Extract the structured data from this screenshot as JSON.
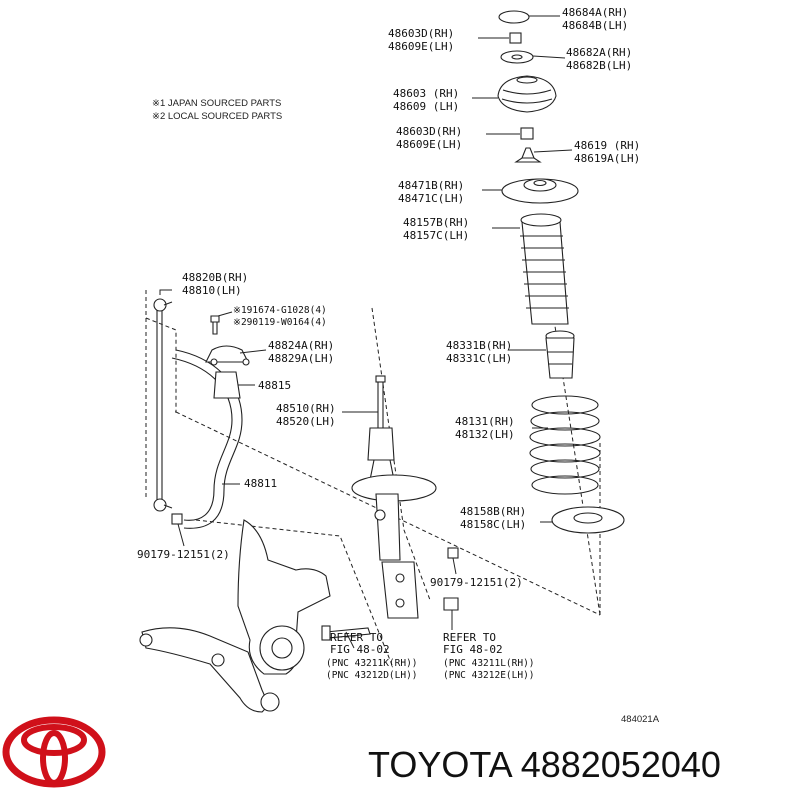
{
  "notes": [
    "※1 JAPAN SOURCED PARTS",
    "※2 LOCAL SOURCED PARTS"
  ],
  "labels": {
    "l48684": [
      "48684A(RH)",
      "48684B(LH)"
    ],
    "l48603d_top": [
      "48603D(RH)",
      "48609E(LH)"
    ],
    "l48682": [
      "48682A(RH)",
      "48682B(LH)"
    ],
    "l48603": [
      "48603 (RH)",
      "48609 (LH)"
    ],
    "l48603d_bot": [
      "48603D(RH)",
      "48609E(LH)"
    ],
    "l48619": [
      "48619 (RH)",
      "48619A(LH)"
    ],
    "l48471": [
      "48471B(RH)",
      "48471C(LH)"
    ],
    "l48157": [
      "48157B(RH)",
      "48157C(LH)"
    ],
    "l48820": [
      "48820B(RH)",
      "48810(LH)"
    ],
    "l91674": [
      "※191674-G1028(4)",
      "※290119-W0164(4)"
    ],
    "l48824": [
      "48824A(RH)",
      "48829A(LH)"
    ],
    "l48815": "48815",
    "l48510": [
      "48510(RH)",
      "48520(LH)"
    ],
    "l48331": [
      "48331B(RH)",
      "48331C(LH)"
    ],
    "l48131": [
      "48131(RH)",
      "48132(LH)"
    ],
    "l48811": "48811",
    "l48158": [
      "48158B(RH)",
      "48158C(LH)"
    ],
    "l90179_left": "90179-12151(2)",
    "l90179_right": "90179-12151(2)",
    "refer_left": [
      "REFER TO",
      "FIG 48-02",
      "(PNC 43211K(RH))",
      "(PNC 43212D(LH))"
    ],
    "refer_right": [
      "REFER TO",
      "FIG 48-02",
      "(PNC 43211L(RH))",
      "(PNC 43212E(LH))"
    ]
  },
  "figure_code": "484021A",
  "brand_text": "TOYOTA 4882052040",
  "colors": {
    "logo": "#d0101a",
    "ink": "#222222"
  },
  "icons": {
    "logo": "toyota-logo-icon"
  }
}
